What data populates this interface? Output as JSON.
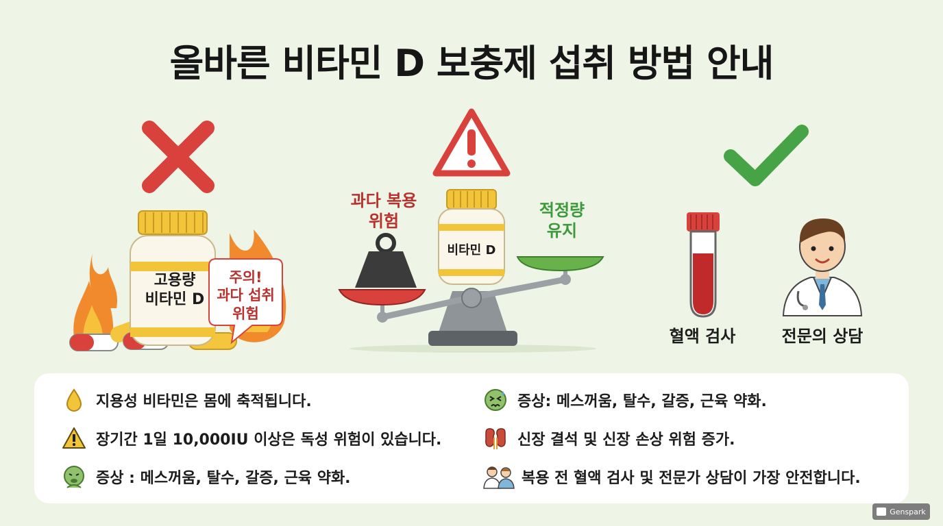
{
  "title": "올바른 비타민 D 보충제 섭취 방법 안내",
  "left_panel": {
    "icon": "x-mark",
    "bottle_label": [
      "고용량",
      "비타민 D"
    ],
    "warning_bubble": [
      "주의!",
      "과다 섭취",
      "위험"
    ]
  },
  "center_panel": {
    "icon": "warning-triangle",
    "left_label": [
      "과다 복용",
      "위험"
    ],
    "right_label": [
      "적정량",
      "유지"
    ],
    "bottle_label": "비타민 D"
  },
  "right_panel": {
    "icon": "check-mark",
    "test_label": "혈액 검사",
    "doctor_label": "전문의 상담"
  },
  "info_left": [
    {
      "icon": "drop-icon",
      "text": "지용성 비타민은 몸에 축적됩니다."
    },
    {
      "icon": "warning-icon",
      "text": "장기간 1일 10,000IU 이상은 독성 위험이 있습니다."
    },
    {
      "icon": "nausea-face-icon",
      "text": "증상 : 메스꺼움, 탈수, 갈증, 근육 약화."
    }
  ],
  "info_right": [
    {
      "icon": "sick-face-icon",
      "text": "증상: 메스꺼움, 탈수, 갈증, 근육 약화."
    },
    {
      "icon": "kidney-icon",
      "text": "신장 결석 및 신장 손상 위험 증가."
    },
    {
      "icon": "doctor-patient-icon",
      "text": "복용 전 혈액 검사 및 전문가 상담이 가장 안전합니다."
    }
  ],
  "watermark": "Genspark",
  "colors": {
    "red": "#d9423c",
    "green": "#46a346",
    "yellow": "#f2c43a",
    "background": "#eef4e6"
  }
}
